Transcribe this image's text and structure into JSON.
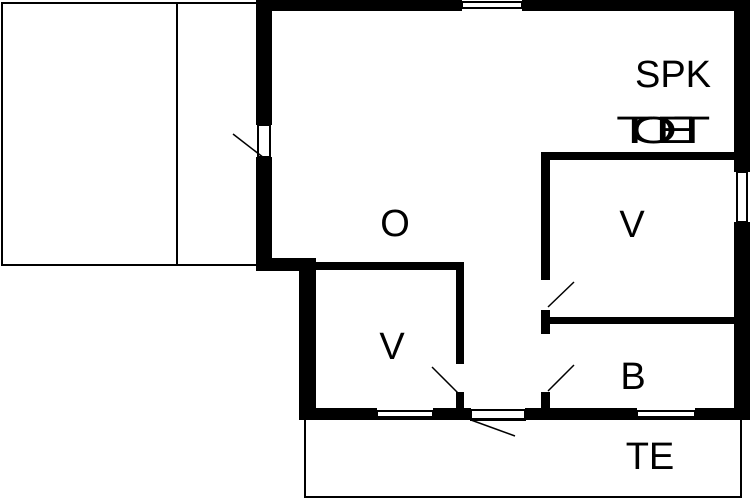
{
  "floorplan": {
    "rooms": {
      "living": "O",
      "bedroom_upper": "V",
      "bedroom_lower": "V",
      "bathroom": "B",
      "terrace": "TE",
      "sauna_kitchen": "SPK"
    },
    "symbol_text": "TOET"
  },
  "colors": {
    "wall": "#000000",
    "background": "#ffffff"
  }
}
